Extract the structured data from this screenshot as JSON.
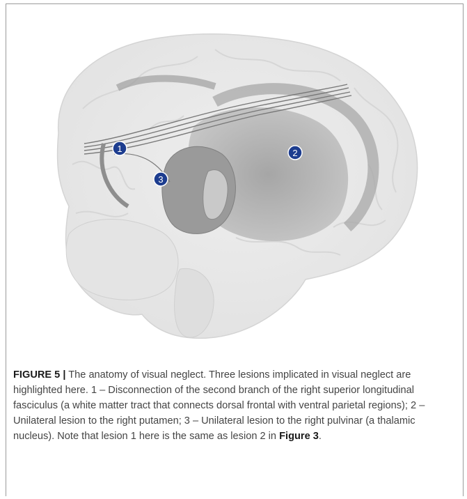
{
  "figure": {
    "markers": [
      {
        "number": "1"
      },
      {
        "number": "2"
      },
      {
        "number": "3"
      }
    ],
    "caption": {
      "label": "FIGURE 5 |",
      "text": " The anatomy of visual neglect. Three lesions implicated in visual neglect are highlighted here. 1 – Disconnection of the second branch of the right superior longitudinal fasciculus (a white matter tract that connects dorsal frontal with ventral parietal regions); 2 – Unilateral lesion to the right putamen; 3 – Unilateral lesion to the right pulvinar (a thalamic nucleus). Note that lesion 1 here is the same as lesion 2 in ",
      "reference": "Figure 3",
      "end": "."
    }
  },
  "colors": {
    "marker_fill": "#1d3d8f",
    "brain_fill": "#e9e9e9",
    "structure_fill": "#b8b8b8",
    "caption_text": "#444444"
  }
}
